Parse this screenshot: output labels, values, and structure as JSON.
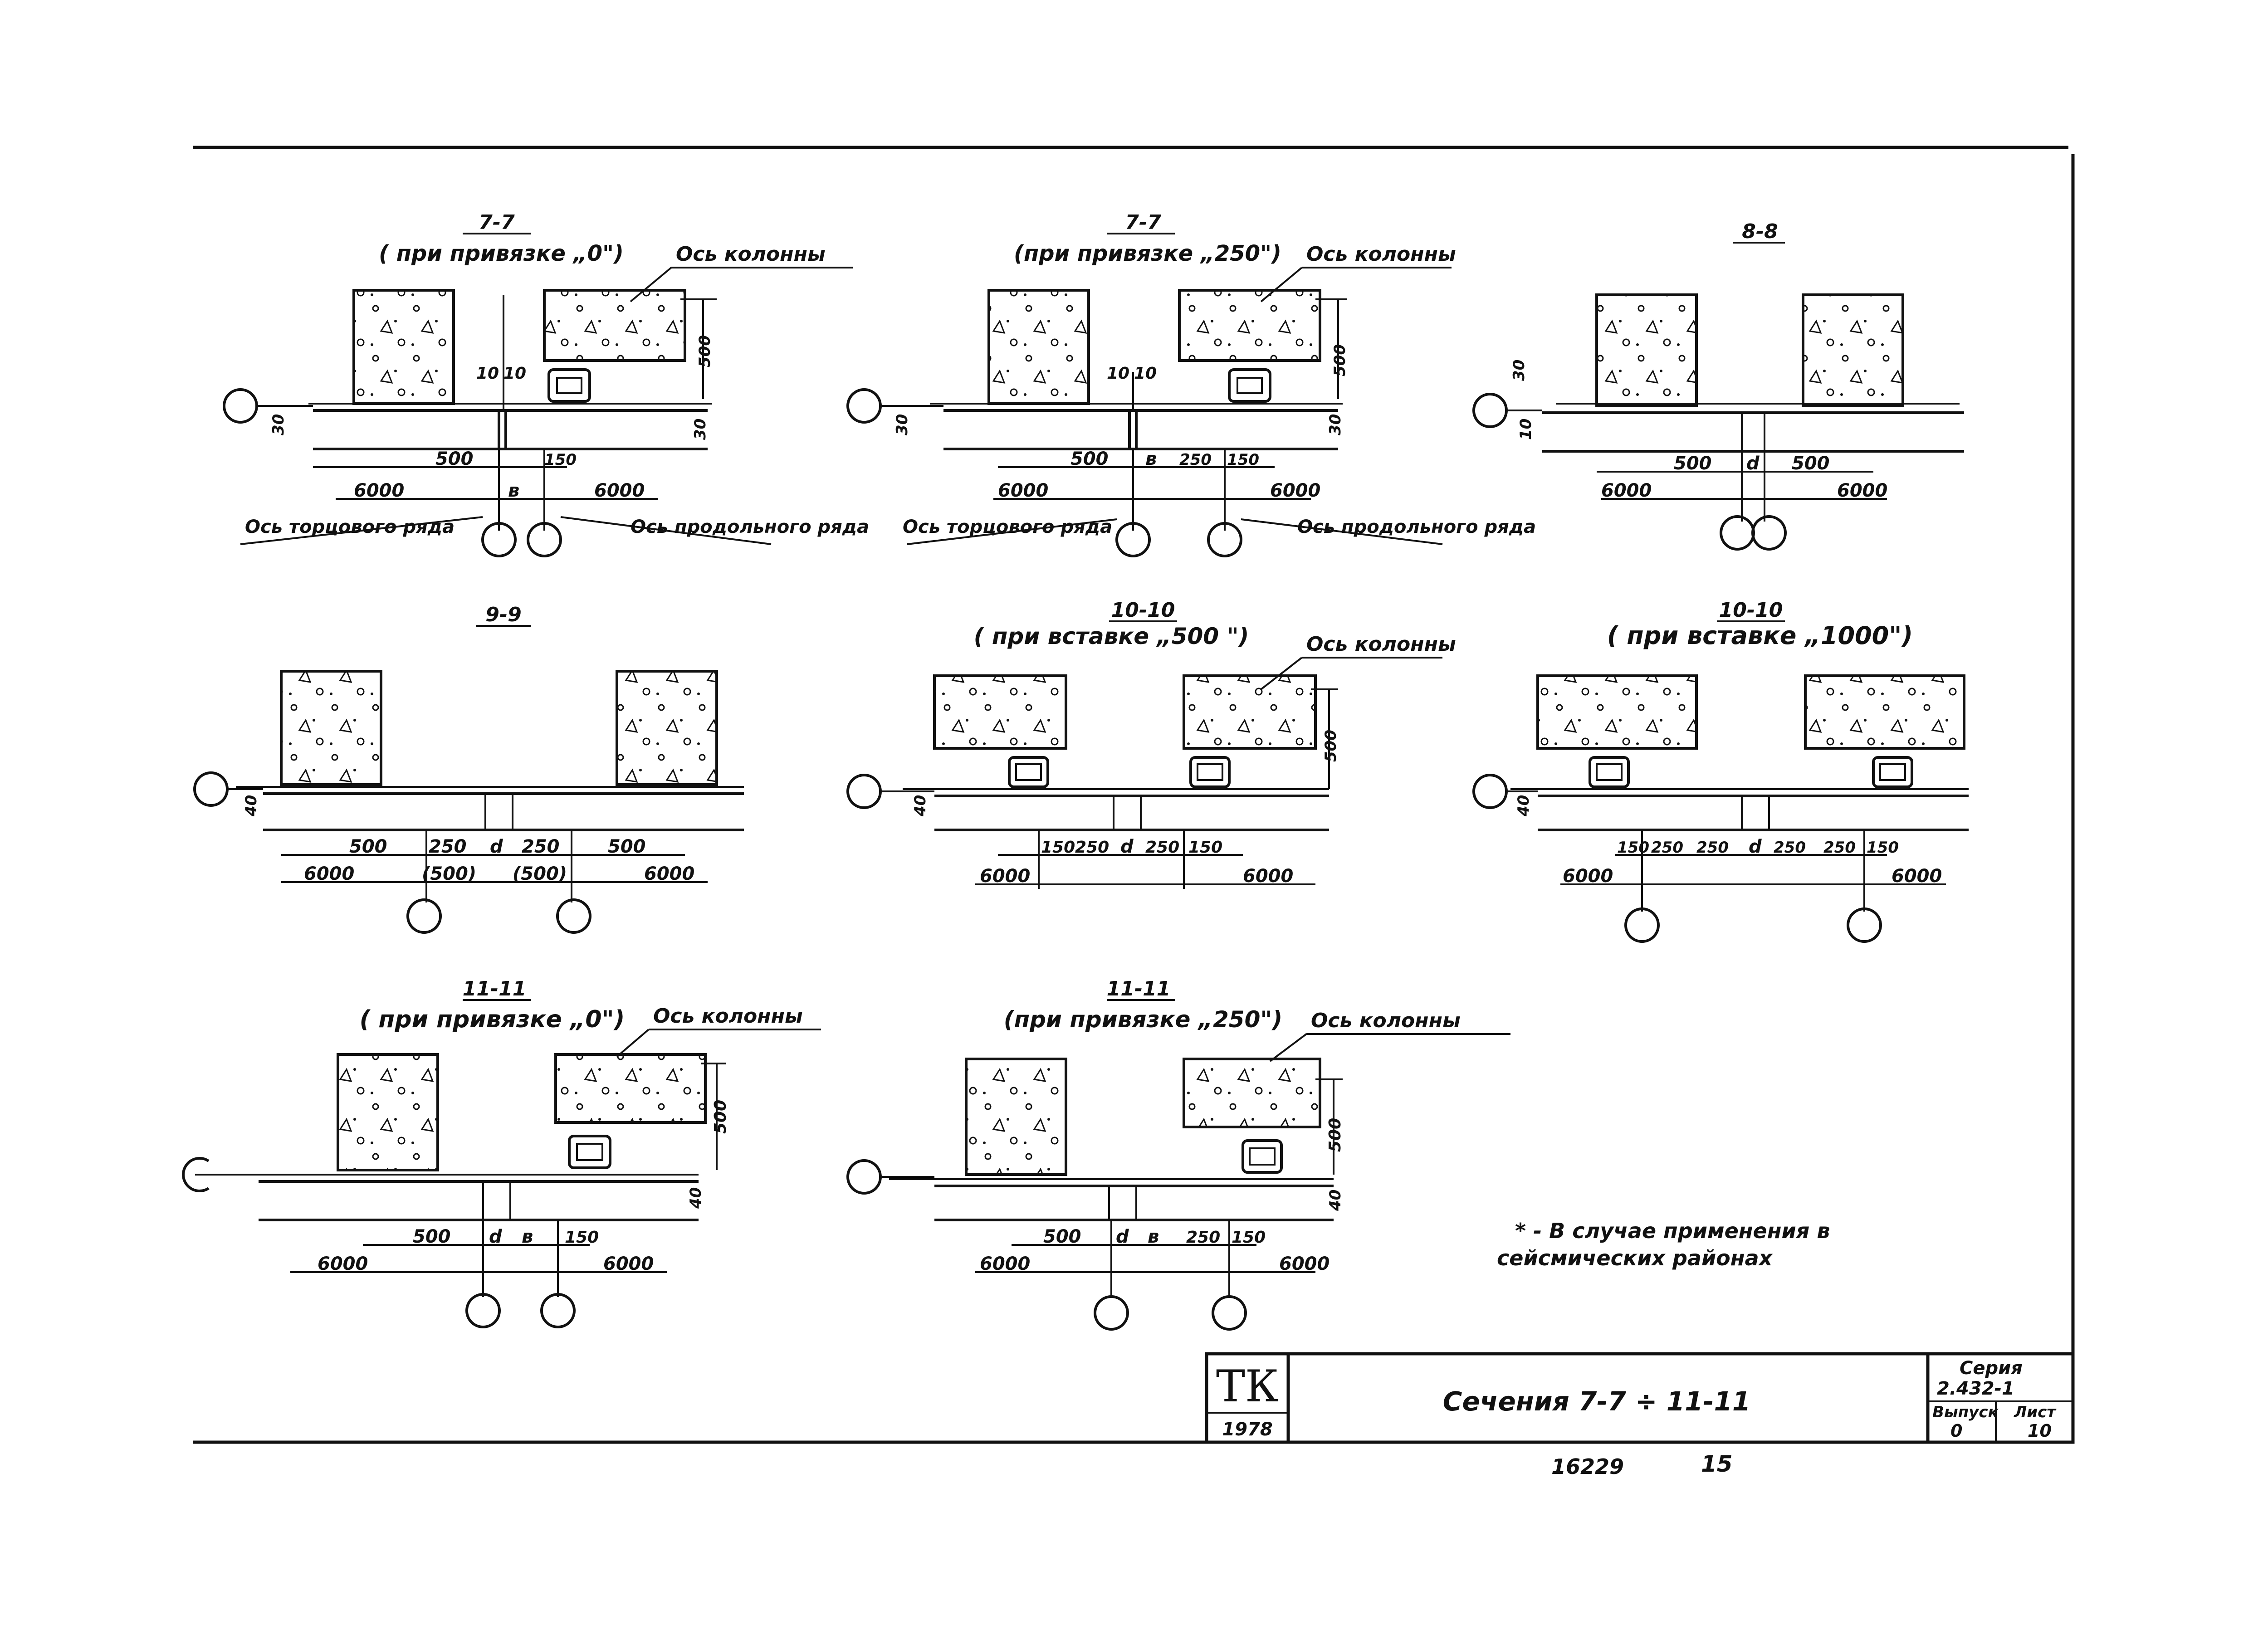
{
  "sections": {
    "s77a": {
      "number": "7-7",
      "title": "( при привязке „0\")",
      "axis_label": "Ось колонны",
      "left_axis_label": "Ось торцового ряда",
      "right_axis_label": "Ось продольного ряда",
      "dims": [
        "30",
        "10",
        "10",
        "500",
        "150",
        "6000",
        "в",
        "6000",
        "500",
        "30"
      ]
    },
    "s77b": {
      "number": "7-7",
      "title": "(при привязке „250\")",
      "axis_label": "Ось колонны",
      "left_axis_label": "Ось торцового ряда",
      "right_axis_label": "Ось продольного ряда",
      "dims": [
        "30",
        "10",
        "10",
        "500",
        "в",
        "250",
        "150",
        "6000",
        "6000",
        "500",
        "30"
      ]
    },
    "s88": {
      "number": "8-8",
      "dims": [
        "30",
        "10",
        "500",
        "d",
        "500",
        "6000",
        "6000"
      ]
    },
    "s99": {
      "number": "9-9",
      "dims": [
        "40",
        "500",
        "250",
        "d",
        "250",
        "500",
        "6000",
        "(500)",
        "(500)",
        "6000"
      ]
    },
    "s1010a": {
      "number": "10-10",
      "title": "( при вставке „500 \")",
      "axis_label": "Ось колонны",
      "dims": [
        "40",
        "150",
        "250",
        "d",
        "250",
        "150",
        "6000",
        "6000",
        "500"
      ]
    },
    "s1010b": {
      "number": "10-10",
      "title": "( при вставке „1000\")",
      "dims": [
        "40",
        "150",
        "250",
        "250",
        "d",
        "250",
        "250",
        "150",
        "6000",
        "6000"
      ]
    },
    "s1111a": {
      "number": "11-11",
      "title": "( при привязке „0\")",
      "axis_label": "Ось колонны",
      "dims": [
        "500",
        "d",
        "в",
        "150",
        "6000",
        "6000",
        "500",
        "40"
      ]
    },
    "s1111b": {
      "number": "11-11",
      "title": "(при привязке „250\")",
      "axis_label": "Ось колонны",
      "dims": [
        "500",
        "d",
        "в",
        "250",
        "150",
        "6000",
        "6000",
        "500",
        "40"
      ]
    }
  },
  "note": {
    "line1": "* - В случае применения в",
    "line2": "сейсмических районах"
  },
  "title_block": {
    "logo": "ТК",
    "year": "1978",
    "title": "Сечения 7-7 ÷ 11-11",
    "series_label": "Серия",
    "series_value": "2.432-1",
    "issue_label": "Выпуск",
    "issue_value": "0",
    "sheet_label": "Лист",
    "sheet_value": "10"
  },
  "footer": {
    "doc_number": "16229",
    "page": "15"
  }
}
